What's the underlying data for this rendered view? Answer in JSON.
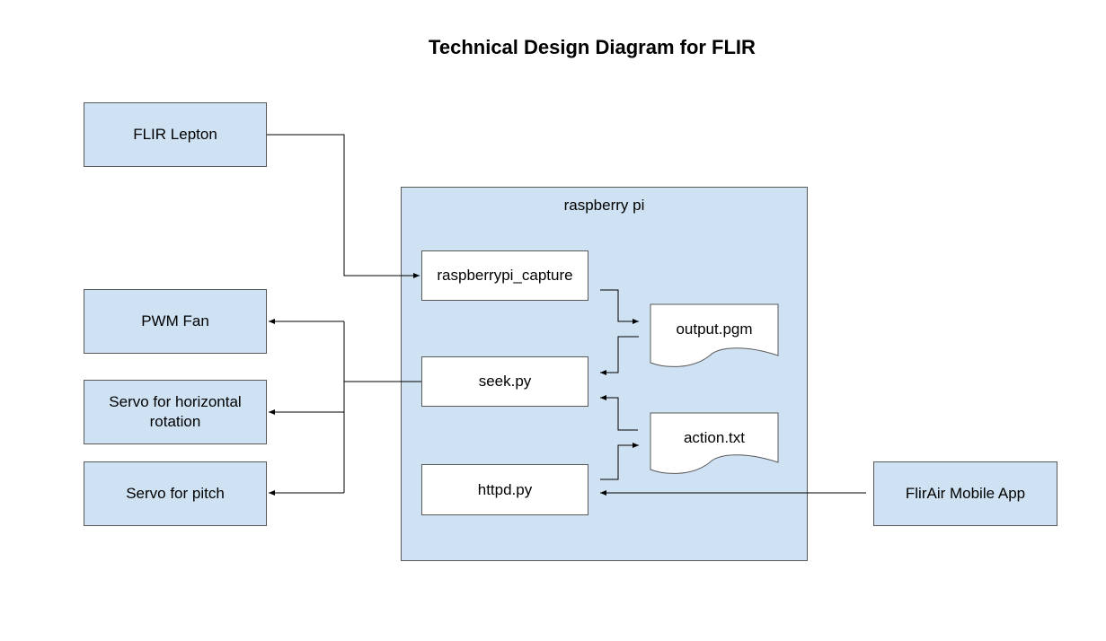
{
  "title": "Technical Design Diagram for FLIR",
  "nodes": {
    "flir_lepton": "FLIR Lepton",
    "pwm_fan": "PWM Fan",
    "servo_horizontal": "Servo for horizontal rotation",
    "servo_pitch": "Servo for pitch",
    "raspberry_pi": "raspberry pi",
    "raspberrypi_capture": "raspberrypi_capture",
    "seek_py": "seek.py",
    "httpd_py": "httpd.py",
    "output_pgm": "output.pgm",
    "action_txt": "action.txt",
    "flirair_app": "FlirAir Mobile App"
  },
  "colors": {
    "node_fill": "#cfe2f3",
    "border": "#595959",
    "line": "#000000"
  }
}
